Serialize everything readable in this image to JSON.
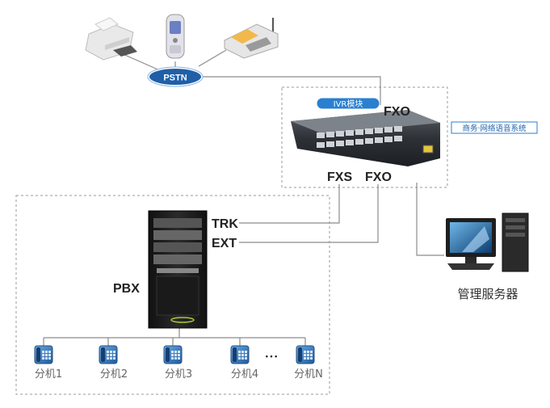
{
  "labels": {
    "pstn": "PSTN",
    "ivr_module": "IVR模块",
    "fxo_top": "FXO",
    "biz_system": "商务·网络语音系统",
    "fxs": "FXS",
    "fxo_bottom": "FXO",
    "trk": "TRK",
    "ext": "EXT",
    "pbx": "PBX",
    "mgmt_server": "管理服务器",
    "ellipsis": "• • •"
  },
  "extensions": [
    {
      "label": "分机1"
    },
    {
      "label": "分机2"
    },
    {
      "label": "分机3"
    },
    {
      "label": "分机4"
    },
    {
      "label": "分机N"
    }
  ],
  "colors": {
    "pstn_badge": "#1f5fa8",
    "ivr_badge": "#2a7fd0",
    "line": "#8c8c8c",
    "dashed_border": "#9a9a9a",
    "phone_blue": "#3a7cc4",
    "rack_dark": "#1c1c1c",
    "label_text": "#222222"
  },
  "icons": {
    "fax": "fax-machine-icon",
    "mobile": "mobile-phone-icon",
    "desk_phone": "desk-phone-icon",
    "gateway": "voice-gateway-icon",
    "rack": "pbx-rack-icon",
    "computer": "desktop-computer-icon",
    "extension_phone": "ip-phone-icon"
  }
}
